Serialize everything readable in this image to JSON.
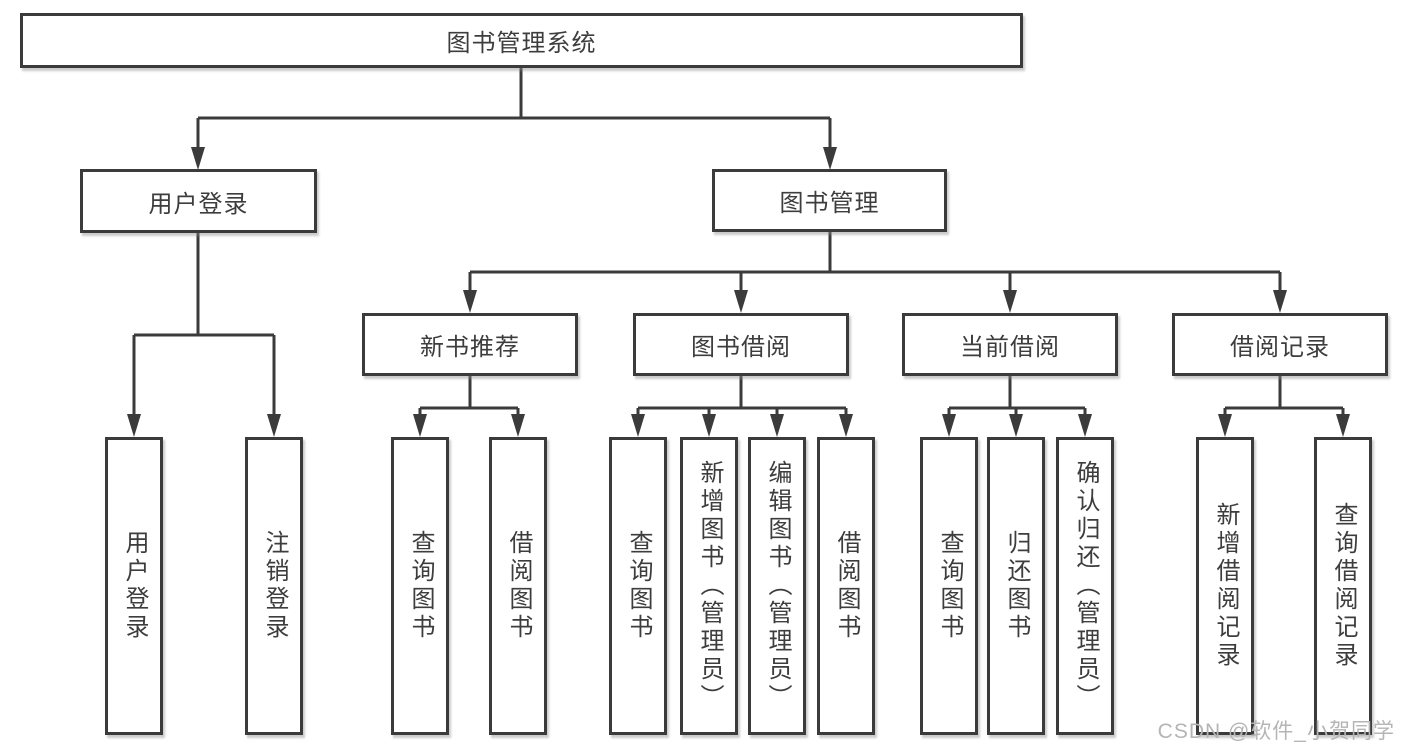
{
  "diagram": {
    "type": "hierarchy-tree",
    "title": "图书管理系统",
    "tree": {
      "root": {
        "label": "图书管理系统"
      },
      "children": [
        {
          "label": "用户登录",
          "children": [
            {
              "label": "用户登录"
            },
            {
              "label": "注销登录"
            }
          ]
        },
        {
          "label": "图书管理",
          "children": [
            {
              "label": "新书推荐",
              "children": [
                {
                  "label": "查询图书"
                },
                {
                  "label": "借阅图书"
                }
              ]
            },
            {
              "label": "图书借阅",
              "children": [
                {
                  "label": "查询图书"
                },
                {
                  "label": "新增图书（管理员）"
                },
                {
                  "label": "编辑图书（管理员）"
                },
                {
                  "label": "借阅图书"
                }
              ]
            },
            {
              "label": "当前借阅",
              "children": [
                {
                  "label": "查询图书"
                },
                {
                  "label": "归还图书"
                },
                {
                  "label": "确认归还（管理员）"
                }
              ]
            },
            {
              "label": "借阅记录",
              "children": [
                {
                  "label": "新增借阅记录"
                },
                {
                  "label": "查询借阅记录"
                }
              ]
            }
          ]
        }
      ]
    },
    "colors": {
      "line": "#3b3b3b",
      "text": "#3d3d3d",
      "box_background": "#ffffff",
      "watermark": "#b5b5b5"
    },
    "watermark": "CSDN @软件_小贺同学"
  }
}
